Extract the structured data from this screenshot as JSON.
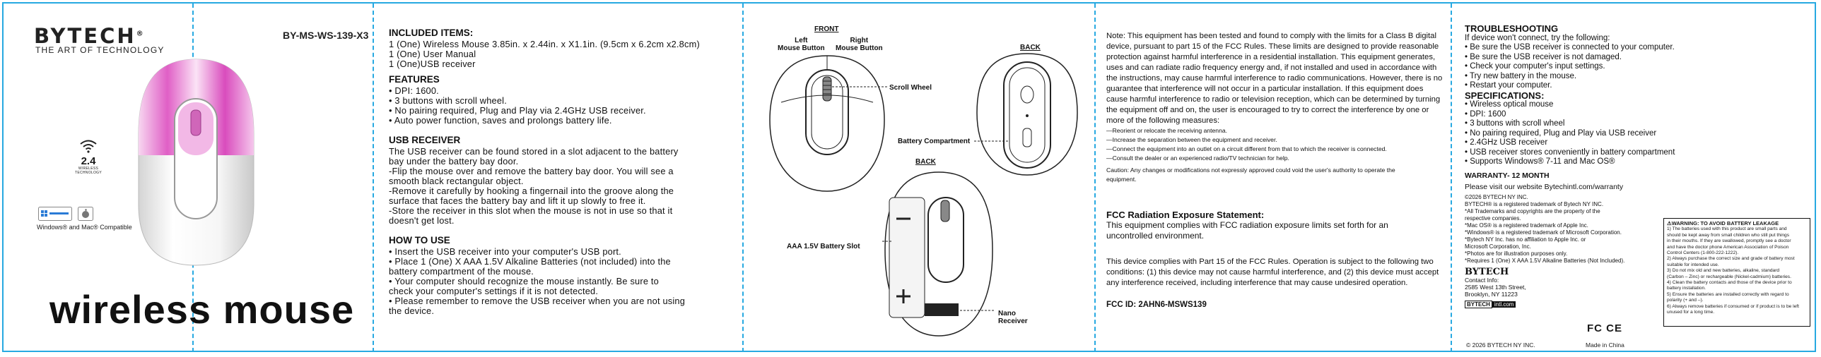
{
  "colors": {
    "border": "#27a9e1",
    "accent_pink": "#e77ad0"
  },
  "panel1": {
    "brand": "BYTECH",
    "registered": "®",
    "tagline": "THE ART OF TECHNOLOGY",
    "sku": "BY-MS-WS-139-X3",
    "wifi_number": "2.4",
    "wifi_sub": "WIRELESS TECHNOLOGY",
    "os_caption": "Windows® and Mac® Compatible",
    "product_title": "wireless mouse"
  },
  "panel2": {
    "included_title": "INCLUDED ITEMS:",
    "included_items": [
      "1 (One) Wireless Mouse 3.85in. x 2.44in. x X1.1in. (9.5cm x 6.2cm x2.8cm)",
      "1 (One) User Manual",
      "1 (One)USB receiver"
    ],
    "features_title": "FEATURES",
    "features_items": [
      "• DPI: 1600.",
      "• 3 buttons with scroll wheel.",
      "• No pairing required, Plug and Play via 2.4GHz USB receiver.",
      "• Auto power function, saves and prolongs battery life."
    ],
    "usb_title": "USB RECEIVER",
    "usb_lines": [
      " The USB receiver can be found stored in a slot adjacent to the battery",
      "bay under the battery bay door.",
      "-Flip the mouse over and remove the battery bay door. You will see a",
      "smooth black rectangular object.",
      "-Remove it carefully by hooking a fingernail into the groove along the",
      "surface that faces the battery bay and lift it up slowly to free it.",
      "-Store the receiver in this slot when the mouse is not in use so that it",
      "doesn't get lost."
    ],
    "howto_title": "HOW TO USE",
    "howto_lines": [
      "• Insert the USB receiver into your computer's USB port.",
      "• Place 1 (One) X AAA 1.5V Alkaline Batteries (not included) into the",
      "battery compartment of the mouse.",
      "• Your computer should recognize the mouse instantly. Be sure to",
      "check your computer's settings if it is not detected.",
      "• Please remember to remove the USB receiver when you are not using",
      "the device."
    ]
  },
  "panel3": {
    "front": "FRONT",
    "left_button": "Left\nMouse Button",
    "left_button_1": "Left",
    "left_button_2": "Mouse Button",
    "right_button_1": "Right",
    "right_button_2": "Mouse Button",
    "scroll_wheel": "Scroll Wheel",
    "back_top": "BACK",
    "battery_compartment": "Battery Compartment",
    "back_bottom": "BACK",
    "battery_slot": "AAA 1.5V Battery Slot",
    "nano_1": "Nano",
    "nano_2": "Receiver"
  },
  "panel4": {
    "note_lines": [
      "Note: This equipment has been tested and found to comply with the limits for a Class B digital",
      "device, pursuant to part 15 of the FCC Rules. These limits are designed to provide reasonable",
      "protection against harmful interference in a residential installation. This equipment generates,",
      "uses and can radiate radio frequency energy and, if not installed and used in accordance with",
      "the instructions, may cause harmful interference to radio communications. However, there is no",
      "guarantee that interference will not occur in a particular installation. If this equipment does",
      "cause harmful interference to radio or television reception, which can be determined by turning",
      "the equipment off and on, the user is encouraged to try to correct the interference by one or",
      "more of the following measures:"
    ],
    "measures": [
      "—Reorient or relocate the receiving antenna.",
      "—Increase the separation between the equipment and receiver.",
      "—Connect the equipment into an outlet on a circuit different from that to which the receiver is connected.",
      "—Consult the dealer or an experienced radio/TV technician for help."
    ],
    "caution_lines": [
      "Caution: Any changes or modifications not expressly approved could void the user's authority to operate the",
      "equipment."
    ],
    "fcc_title": "FCC Radiation Exposure Statement:",
    "fcc_lines": [
      "This equipment complies with FCC radiation exposure limits set forth for an",
      "uncontrolled environment."
    ],
    "part15_lines": [
      "This device complies with Part 15 of the FCC Rules. Operation is subject  to the following two",
      "conditions: (1) this device may not cause harmful interference, and (2) this device must accept",
      "any interference received, including interference that may cause undesired operation."
    ],
    "fcc_id": "FCC ID: 2AHN6-MSWS139"
  },
  "panel5": {
    "trouble_title": "TROUBLESHOOTING",
    "trouble_lines": [
      "  If device won't connect, try the following:",
      "• Be sure the USB receiver is connected to your computer.",
      "• Be sure the USB receiver is not damaged.",
      "• Check your computer's input settings.",
      "• Try new battery in the mouse.",
      "• Restart your computer."
    ],
    "spec_title": "SPECIFICATIONS:",
    "spec_lines": [
      "• Wireless optical mouse",
      "• DPI: 1600",
      "• 3 buttons with scroll wheel",
      "• No pairing required, Plug and Play via USB receiver",
      "• 2.4GHz USB receiver",
      "• USB receiver stores conveniently in battery compartment",
      "• Supports Windows® 7-11 and Mac OS®"
    ],
    "warranty": "WARRANTY- 12 MONTH",
    "website": "Please visit our website Bytechintl.com/warranty",
    "legal_lines": [
      "©2026 BYTECH NY INC.",
      "BYTECH® is a registered trademark of Bytech NY INC.",
      "*All Trademarks and copyrights are the property of the",
      "  respective companies.",
      "*Mac OS® is a registered trademark of Apple Inc.",
      "*Windows® is a registered trademark of Microsoft Corporation.",
      "*Bytech NY Inc. has no affiliation to Apple Inc. or",
      "  Microsoft Corporation, Inc.",
      "*Photos are for illustration purposes only.",
      "*Requires 1 (One) X AAA 1.5V Alkaline Batteries (Not Included)."
    ],
    "company": "BYTECH",
    "contact_lines": [
      "Contact Info:",
      "2585 West 13th Street,",
      "Brooklyn, NY 11223"
    ],
    "web_badge_1": "BYTECH",
    "web_badge_2": "intl.com",
    "copyright": "© 2026 BYTECH NY INC.",
    "made_in": "Made in China",
    "fcc_ce": "FC CE",
    "warn_title": "⚠WARNING: TO AVOID BATTERY LEAKAGE",
    "warn_lines": [
      "1) The batteries used with this product are small parts and",
      "   should be kept away from small children who still put things",
      "   in their mouths. If they are swallowed, promptly see a doctor",
      "   and have the doctor phone American Association of Poison",
      "   Control Centers (1-800-222-1222).",
      "2) Always purchase the correct size and grade of battery most",
      "   suitable for intended use.",
      "3) Do not mix old and new batteries, alkaline, standard",
      "   (Carbon – Zinc) or rechargeable (Nickel-cadmium) batteries.",
      "4) Clean the battery contacts and those of the device prior to",
      "   battery installation.",
      "5) Ensure the batteries are installed correctly with regard to",
      "   polarity (+ and –).",
      "6) Always remove batteries if consumed or if product is to be left",
      "   unused for a long time."
    ]
  }
}
